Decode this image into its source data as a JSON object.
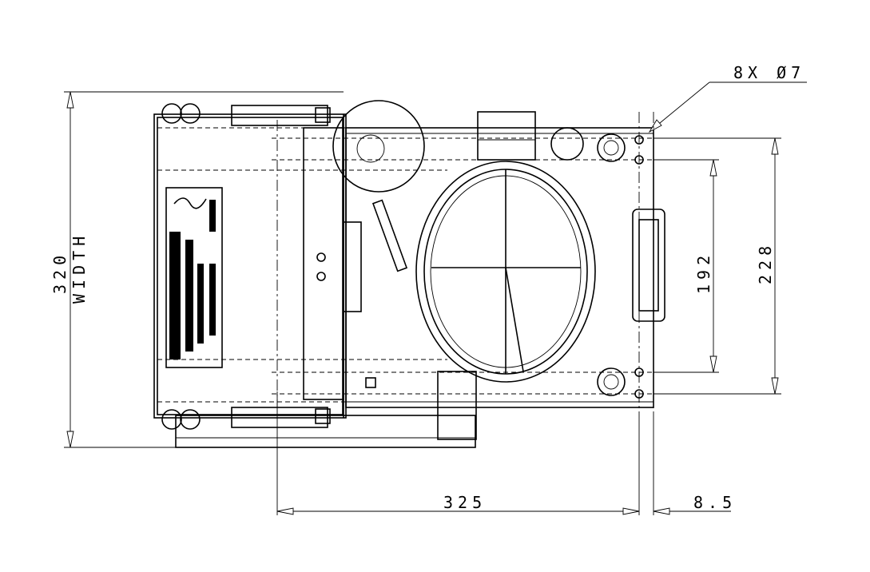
{
  "dimensions": {
    "holes": "8X Ø7",
    "width_value": "320",
    "width_label": "WIDTH",
    "horizontal_main": "325",
    "horizontal_offset": "8.5",
    "vertical_inner": "192",
    "vertical_outer": "228"
  },
  "colors": {
    "line": "#000000",
    "background": "#ffffff"
  }
}
